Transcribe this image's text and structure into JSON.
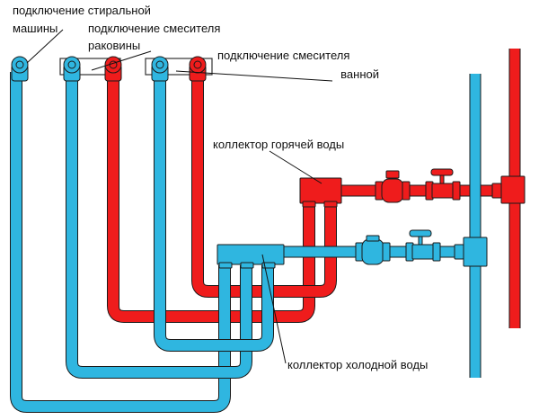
{
  "colors": {
    "hot": "#ef1c1c",
    "cold": "#2fb6e0",
    "outline": "#1a1a1a",
    "background": "#ffffff"
  },
  "labels": {
    "washing_machine_line1": "подключение стиральной",
    "washing_machine_line2": "машины",
    "sink_mixer_line1": "подключение смесителя",
    "sink_mixer_line2": "раковины",
    "bath_mixer_line1": "подключение смесителя",
    "bath_mixer_line2": "ванной",
    "hot_collector": "коллектор горячей воды",
    "cold_collector": "коллектор холодной воды"
  },
  "components": [
    {
      "id": "washing-machine-outlet",
      "type": "cold"
    },
    {
      "id": "sink-mixer-cold-outlet",
      "type": "cold"
    },
    {
      "id": "sink-mixer-hot-outlet",
      "type": "hot"
    },
    {
      "id": "bath-mixer-cold-outlet",
      "type": "cold"
    },
    {
      "id": "bath-mixer-hot-outlet",
      "type": "hot"
    },
    {
      "id": "hot-water-collector",
      "type": "hot"
    },
    {
      "id": "cold-water-collector",
      "type": "cold"
    },
    {
      "id": "hot-riser",
      "type": "hot"
    },
    {
      "id": "cold-riser",
      "type": "cold"
    }
  ]
}
